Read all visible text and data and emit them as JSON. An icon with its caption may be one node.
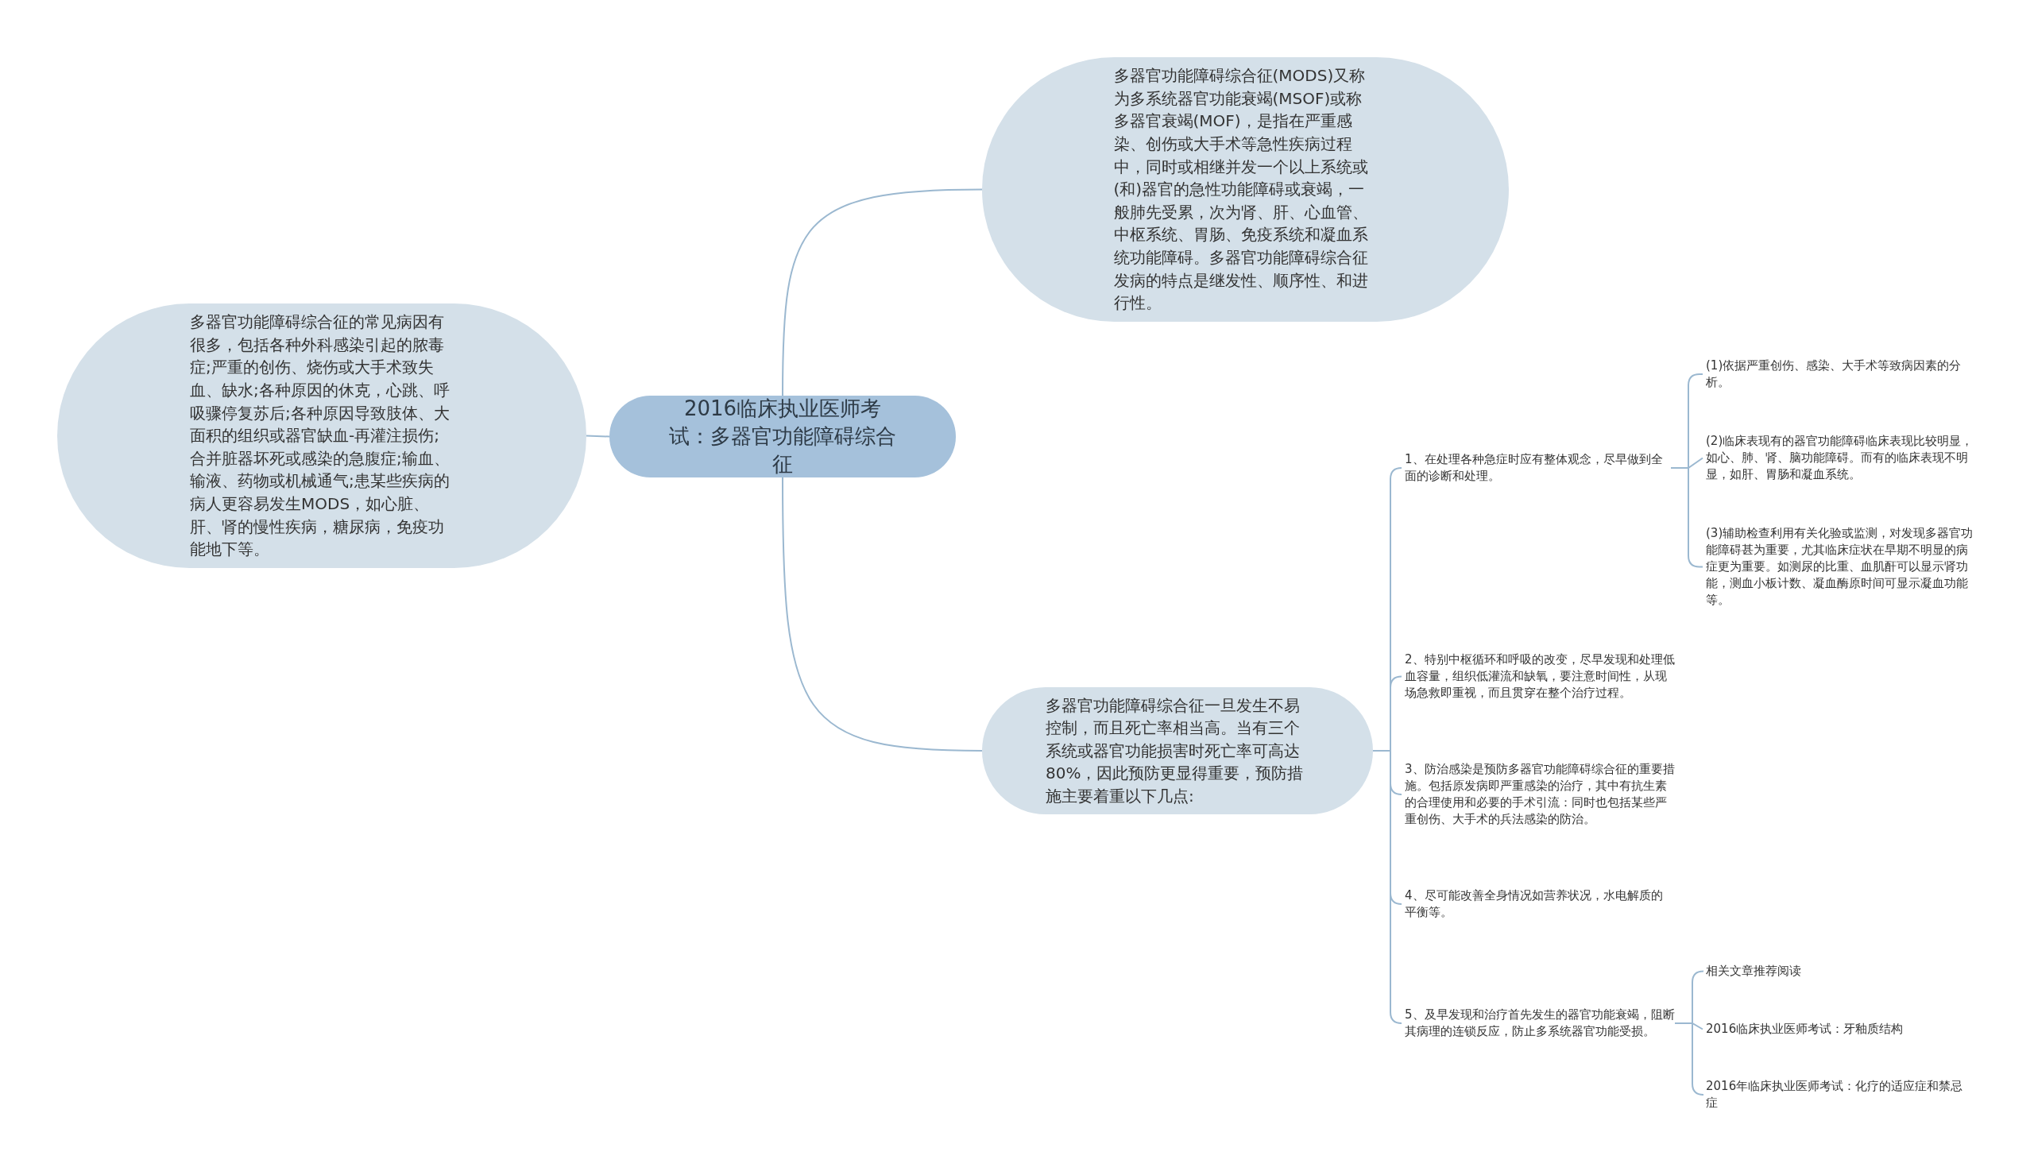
{
  "diagram": {
    "nodes": [
      {
        "text": [
          "2016临床执业医师考试：多器官功能障碍综合征"
        ]
      },
      {
        "text": [
          "多器官功能障碍综合征的常见病因有很多，包括各种外科感染引起的脓毒症;严重的创伤、烧伤或大手术致失血、缺水;各种原因的休克，心跳、呼吸骤停复苏后;各种原因导致肢体、大面积的组织或器官缺血-再灌注损伤;合并脏器坏死或感染的急腹症;输血、输液、药物或机械通气;患某些疾病的病人更容易发生MODS，如心脏、肝、肾的慢性疾病，糖尿病，免疫功能地下等。"
        ]
      },
      {
        "text": [
          "多器官功能障碍综合征(MODS)又称为多系统器官功能衰竭(MSOF)或称多器官衰竭(MOF)，是指在严重感染、创伤或大手术等急性疾病过程中，同时或相继并发一个以上系统或(和)器官的急性功能障碍或衰竭，一般肺先受累，次为肾、肝、心血管、中枢系统、胃肠、免疫系统和凝血系统功能障碍。多器官功能障碍综合征发病的特点是继发性、顺序性、和进行性。"
        ]
      },
      {
        "text": [
          "多器官功能障碍综合征一旦发生不易控制，而且死亡率相当高。当有三个系统或器官功能损害时死亡率可高达80%，因此预防更显得重要，预防措施主要着重以下几点:"
        ]
      },
      {
        "text": [
          "1、在处理各种急症时应有整体观念，尽早做到全面的诊断和处理。"
        ]
      },
      {
        "text": [
          "2、特别中枢循环和呼吸的改变，尽早发现和处理低血容量，组织低灌流和缺氧，要注意时间性，从现场急救即重视，而且贯穿在整个治疗过程。"
        ]
      },
      {
        "text": [
          "3、防治感染是预防多器官功能障碍综合征的重要措施。包括原发病即严重感染的治疗，其中有抗生素的合理使用和必要的手术引流：同时也包括某些严重创伤、大手术的兵法感染的防治。"
        ]
      },
      {
        "text": [
          "4、尽可能改善全身情况如营养状况，水电解质的平衡等。"
        ]
      },
      {
        "text": [
          "5、及早发现和治疗首先发生的器官功能衰竭，阻断其病理的连锁反应，防止多系统器官功能受损。"
        ]
      },
      {
        "text": [
          "(1)依据严重创伤、感染、大手术等致病因素的分析。"
        ]
      },
      {
        "text": [
          "(2)临床表现有的器官功能障碍临床表现比较明显，如心、肺、肾、脑功能障碍。而有的临床表现不明显，如肝、胃肠和凝血系统。"
        ]
      },
      {
        "text": [
          "(3)辅助检查利用有关化验或监测，对发现多器官功能障碍甚为重要，尤其临床症状在早期不明显的病症更为重要。如测尿的比重、血肌酐可以显示肾功能，测血小板计数、凝血酶原时间可显示凝血功能等。"
        ]
      },
      {
        "text": [
          "相关文章推荐阅读"
        ]
      },
      {
        "text": [
          "2016临床执业医师考试：牙釉质结构"
        ]
      },
      {
        "text": [
          "2016年临床执业医师考试：化疗的适应症和禁忌症"
        ]
      }
    ],
    "edges": [
      {
        "from": 0,
        "to": 1,
        "arrow": "none"
      },
      {
        "from": 0,
        "to": 2,
        "arrow": "none"
      },
      {
        "from": 0,
        "to": 3,
        "arrow": "none"
      },
      {
        "from": 3,
        "to": 4,
        "arrow": "none"
      },
      {
        "from": 3,
        "to": 5,
        "arrow": "none"
      },
      {
        "from": 3,
        "to": 6,
        "arrow": "none"
      },
      {
        "from": 3,
        "to": 7,
        "arrow": "none"
      },
      {
        "from": 3,
        "to": 8,
        "arrow": "none"
      },
      {
        "from": 4,
        "to": 9,
        "arrow": "none"
      },
      {
        "from": 4,
        "to": 10,
        "arrow": "none"
      },
      {
        "from": 4,
        "to": 11,
        "arrow": "none"
      },
      {
        "from": 8,
        "to": 12,
        "arrow": "none"
      },
      {
        "from": 8,
        "to": 13,
        "arrow": "none"
      },
      {
        "from": 8,
        "to": 14,
        "arrow": "none"
      }
    ]
  }
}
